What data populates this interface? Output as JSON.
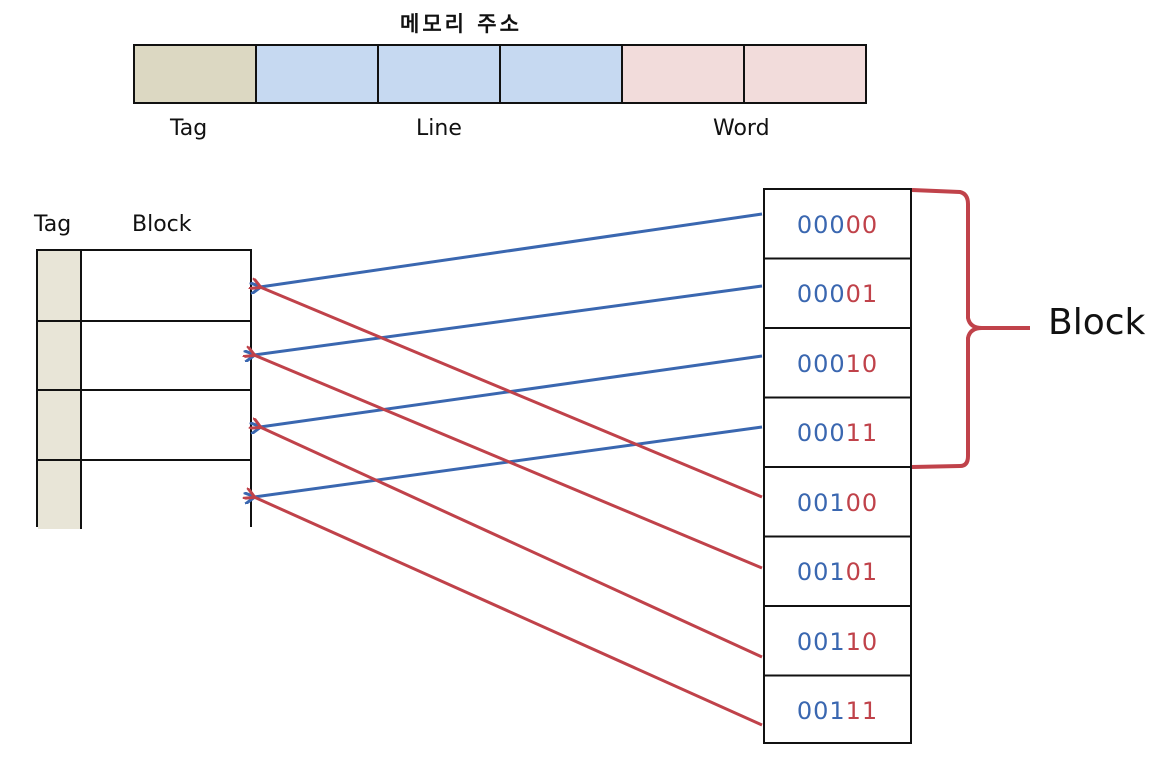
{
  "title": "메모리 주소",
  "address_fields": {
    "tag_label": "Tag",
    "line_label": "Line",
    "word_label": "Word"
  },
  "cache": {
    "tag_header": "Tag",
    "block_header": "Block",
    "rows": 4
  },
  "memory": {
    "addresses": [
      {
        "hi": "000",
        "lo": "00"
      },
      {
        "hi": "000",
        "lo": "01"
      },
      {
        "hi": "000",
        "lo": "10"
      },
      {
        "hi": "000",
        "lo": "11"
      },
      {
        "hi": "001",
        "lo": "00"
      },
      {
        "hi": "001",
        "lo": "01"
      },
      {
        "hi": "001",
        "lo": "10"
      },
      {
        "hi": "001",
        "lo": "11"
      }
    ]
  },
  "brace_label": "Block",
  "colors": {
    "tag_field": "#dcd8c2",
    "line_field": "#c6d9f1",
    "word_field": "#f2dcdb",
    "blue_arrow": "#3a67b0",
    "red_arrow": "#c0424a"
  }
}
